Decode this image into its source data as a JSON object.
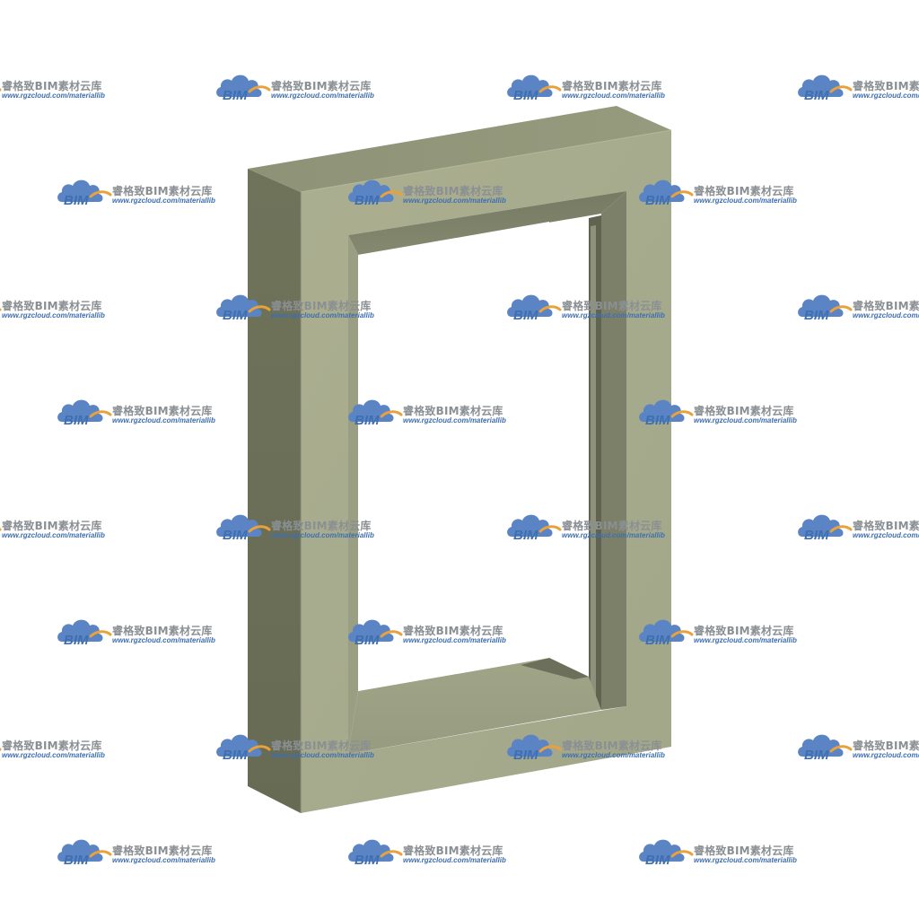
{
  "watermark": {
    "logo_text": "BIM",
    "title": "睿格致BIM素材云库",
    "url": "www.rgzcloud.com/materiallib",
    "cloud_icon": "cloud-logo-icon",
    "colors": {
      "cloud": "#5b84c4",
      "arc": "#e9a13b",
      "bim_text": "#3e6fb0",
      "title_text": "#8a8f93",
      "url_text": "#3e6fb0"
    }
  },
  "frame_model": {
    "subject": "window-frame-3d-model",
    "colors": {
      "front_face": "#a6aa8c",
      "front_face_light": "#aeb293",
      "top_face": "#8f9377",
      "left_side": "#6b6f57",
      "inner_top": "#7d8168",
      "inner_left": "#8d917a",
      "inner_right_shadow": "#5f6350",
      "inner_bottom": "#9ea386",
      "background": "#ffffff"
    }
  }
}
